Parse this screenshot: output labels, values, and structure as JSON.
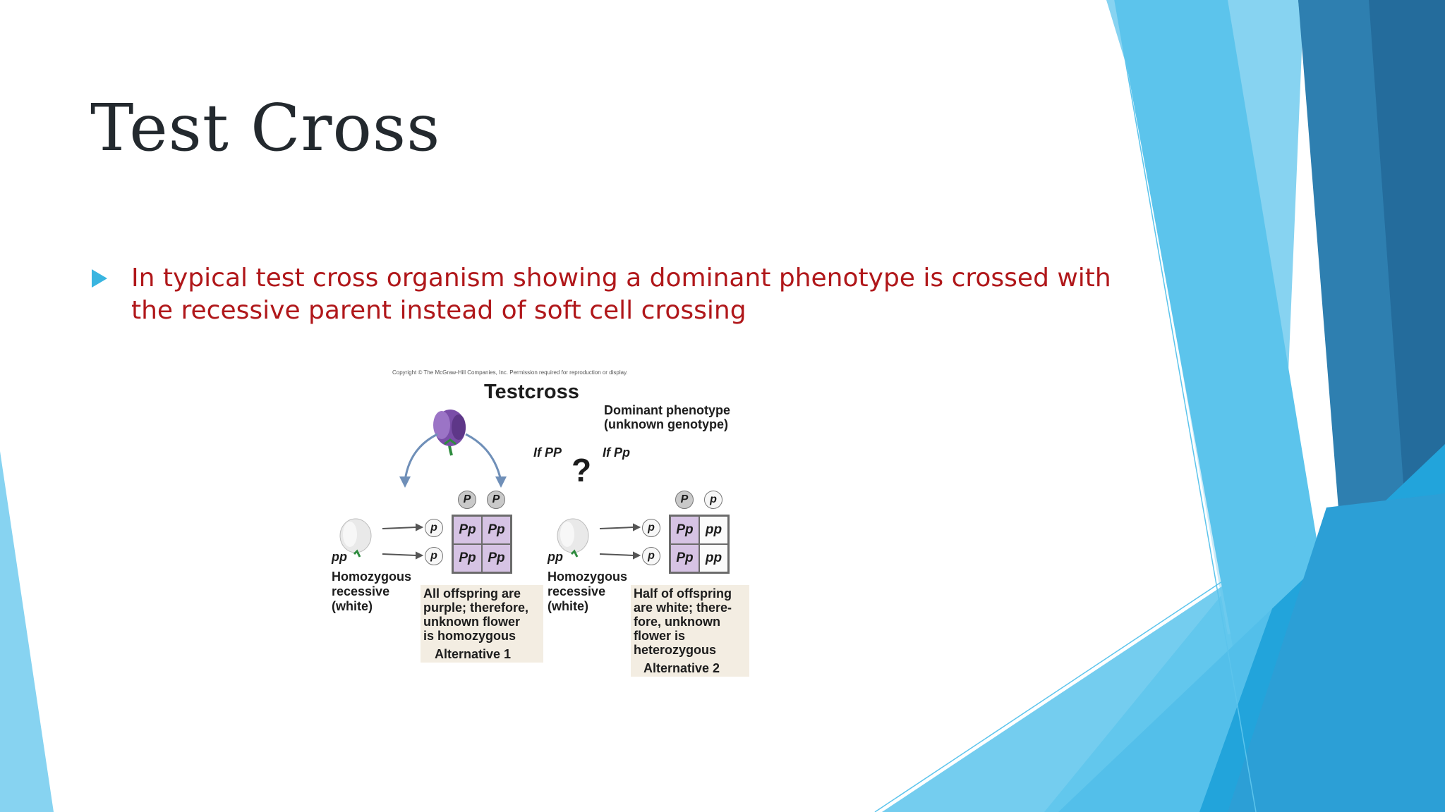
{
  "slide": {
    "title": "Test Cross",
    "bullet": "In typical test cross organism showing a dominant phenotype is crossed with the recessive parent instead of soft cell crossing"
  },
  "colors": {
    "title": "#23292e",
    "bullet_text": "#b0171a",
    "bullet_marker": "#39b5e0",
    "accent_light": "#87d3f1",
    "accent_mid": "#2fa9dc",
    "accent_dark": "#246c9c"
  },
  "figure": {
    "copyright": "Copyright © The McGraw-Hill Companies, Inc. Permission required for reproduction or display.",
    "heading": "Testcross",
    "dominant_label_line1": "Dominant phenotype",
    "dominant_label_line2": "(unknown genotype)",
    "if_pp_label": "If PP",
    "if_pp_het_label": "If Pp",
    "question_mark": "?",
    "left": {
      "genotype": "pp",
      "desc_line1": "Homozygous",
      "desc_line2": "recessive",
      "desc_line3": "(white)",
      "top_alleles": [
        "P",
        "P"
      ],
      "side_alleles": [
        "p",
        "p"
      ],
      "cells": [
        [
          "Pp",
          "Pp"
        ],
        [
          "Pp",
          "Pp"
        ]
      ],
      "result_lines": [
        "All offspring are",
        "purple; therefore,",
        "unknown flower",
        "is homozygous"
      ],
      "alternative": "Alternative 1"
    },
    "right": {
      "genotype": "pp",
      "desc_line1": "Homozygous",
      "desc_line2": "recessive",
      "desc_line3": "(white)",
      "top_alleles": [
        "P",
        "p"
      ],
      "side_alleles": [
        "p",
        "p"
      ],
      "cells": [
        [
          "Pp",
          "pp"
        ],
        [
          "Pp",
          "pp"
        ]
      ],
      "result_lines": [
        "Half of offspring",
        "are white; there-",
        "fore, unknown",
        "flower is",
        "heterozygous"
      ],
      "alternative": "Alternative 2"
    }
  }
}
